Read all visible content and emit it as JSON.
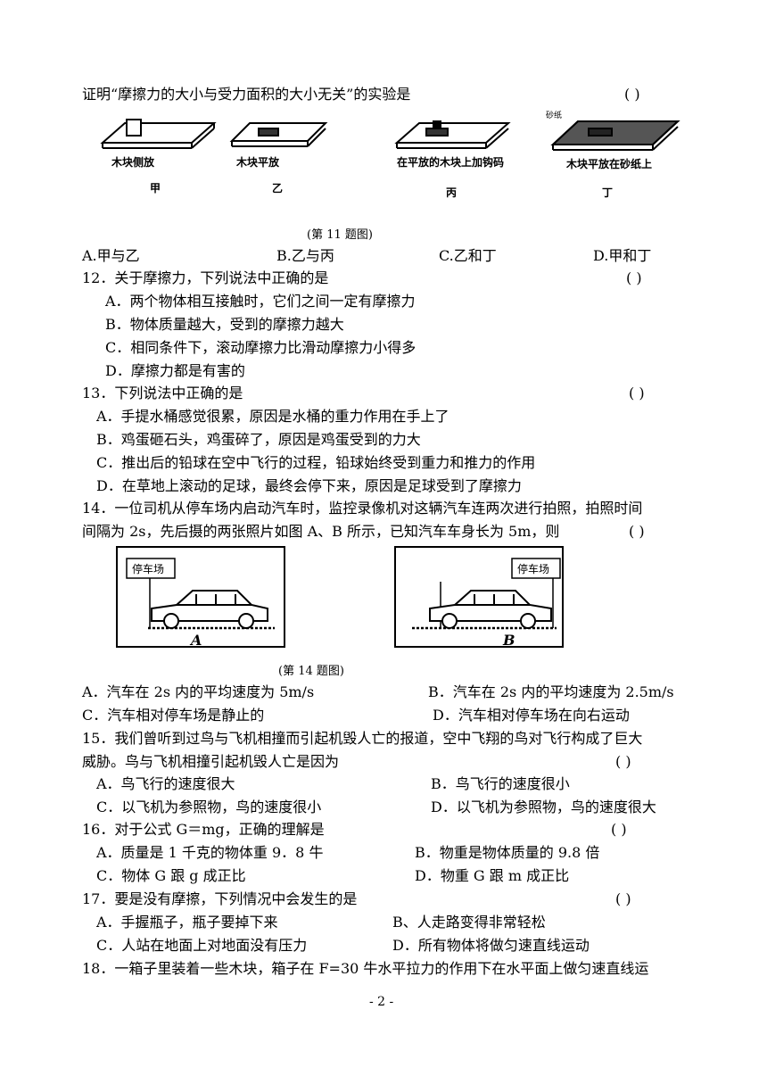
{
  "q11": {
    "stem": "证明“摩擦力的大小与受力面积的大小无关”的实验是",
    "paren": "(      )",
    "fig_labels": [
      "木块侧放",
      "木块平放",
      "在平放的木块上加钩码",
      "木块平放在砂纸上"
    ],
    "fig_sublabels": [
      "甲",
      "乙",
      "丙",
      "丁"
    ],
    "fig_tag": "砂纸",
    "caption": "(第 11 题图)",
    "options": [
      "A.甲与乙",
      "B.乙与丙",
      "C.乙和丁",
      "D.甲和丁"
    ]
  },
  "q12": {
    "stem": "12．关于摩擦力，下列说法中正确的是",
    "paren": "(      )",
    "options": [
      "A．两个物体相互接触时，它们之间一定有摩擦力",
      "B．物体质量越大，受到的摩擦力越大",
      "C．相同条件下，滚动摩擦力比滑动摩擦力小得多",
      "D．摩擦力都是有害的"
    ]
  },
  "q13": {
    "stem": "13．下列说法中正确的是",
    "paren": "(      )",
    "options": [
      "A．手提水桶感觉很累，原因是水桶的重力作用在手上了",
      "B．鸡蛋砸石头，鸡蛋碎了，原因是鸡蛋受到的力大",
      "C．推出后的铅球在空中飞行的过程，铅球始终受到重力和推力的作用",
      "D．在草地上滚动的足球，最终会停下来，原因是足球受到了摩擦力"
    ]
  },
  "q14": {
    "stem1": "14．一位司机从停车场内启动汽车时，监控录像机对这辆汽车连两次进行拍照，拍照时间",
    "stem2": "间隔为 2s，先后摄的两张照片如图 A、B 所示，已知汽车车身长为 5m，则",
    "paren": "(      )",
    "sign": "停车场",
    "panel_a": "A",
    "panel_b": "B",
    "caption": "(第 14 题图)",
    "options": [
      "A．汽车在 2s 内的平均速度为 5m/s",
      "B．汽车在 2s 内的平均速度为 2.5m/s",
      "C．汽车相对停车场是静止的",
      "D．汽车相对停车场在向右运动"
    ]
  },
  "q15": {
    "stem1": "15．我们曾听到过鸟与飞机相撞而引起机毁人亡的报道，空中飞翔的鸟对飞行构成了巨大",
    "stem2": "威胁。鸟与飞机相撞引起机毁人亡是因为",
    "paren": "(      )",
    "options": [
      "A．鸟飞行的速度很大",
      "B．鸟飞行的速度很小",
      "C．以飞机为参照物，鸟的速度很小",
      "D．以飞机为参照物，鸟的速度很大"
    ]
  },
  "q16": {
    "stem": "16．对于公式 G＝mg，正确的理解是",
    "paren": "(      )",
    "options": [
      "A．质量是 1 千克的物体重 9．8 牛",
      "B．物重是物体质量的 9.8 倍",
      "C．物体 G 跟 g 成正比",
      "D．物重 G 跟 m 成正比"
    ]
  },
  "q17": {
    "stem": "17．要是没有摩擦，下列情况中会发生的是",
    "paren": "(      )",
    "options": [
      "A．手握瓶子，瓶子要掉下来",
      "B、人走路变得非常轻松",
      "C．人站在地面上对地面没有压力",
      "D．所有物体将做匀速直线运动"
    ]
  },
  "q18": {
    "stem": "18．一箱子里装着一些木块，箱子在 F=30 牛水平拉力的作用下在水平面上做匀速直线运"
  },
  "page_number": "- 2 -"
}
